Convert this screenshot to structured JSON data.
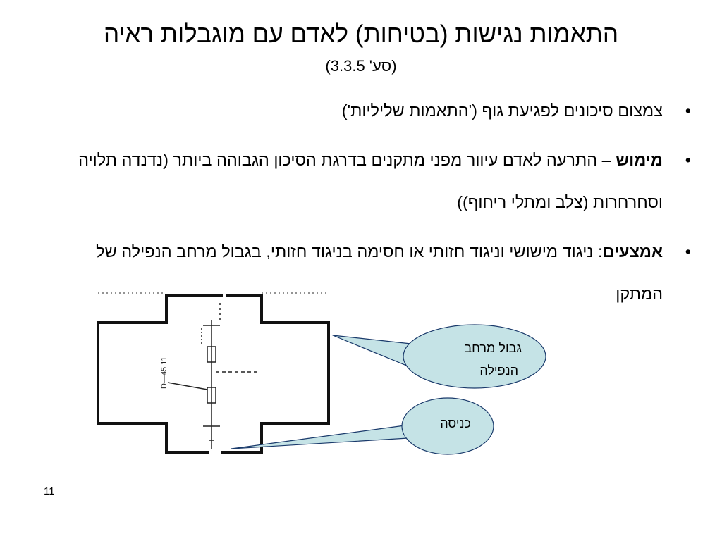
{
  "slide": {
    "title": "התאמות נגישות (בטיחות) לאדם עם מוגבלות ראיה",
    "subtitle": "(סע' 3.3.5)",
    "page_number": "11"
  },
  "bullets": [
    {
      "marker": "•",
      "bold": "",
      "text": "צמצום סיכונים לפגיעת גוף ('התאמות שליליות')"
    },
    {
      "marker": "•",
      "bold": "מימוש",
      "text": " – התרעה לאדם עיוור מפני מתקנים בדרגת הסיכון הגבוהה ביותר (נדנדה תלויה וסחרחרות (צלב ומתלי ריחוף))"
    },
    {
      "marker": "•",
      "bold": "אמצעים",
      "text": ": ניגוד מישושי וניגוד חזותי או חסימה בניגוד חזותי, בגבול מרחב הנפילה של המתקן"
    }
  ],
  "diagram": {
    "plan_label": "D—45 11",
    "callouts": [
      {
        "line1": "גבול מרחב",
        "line2": "הנפילה"
      },
      {
        "line1": "כניסה"
      }
    ],
    "callout_fill": "#c5e3e6",
    "callout_stroke": "#1a3a6b"
  }
}
